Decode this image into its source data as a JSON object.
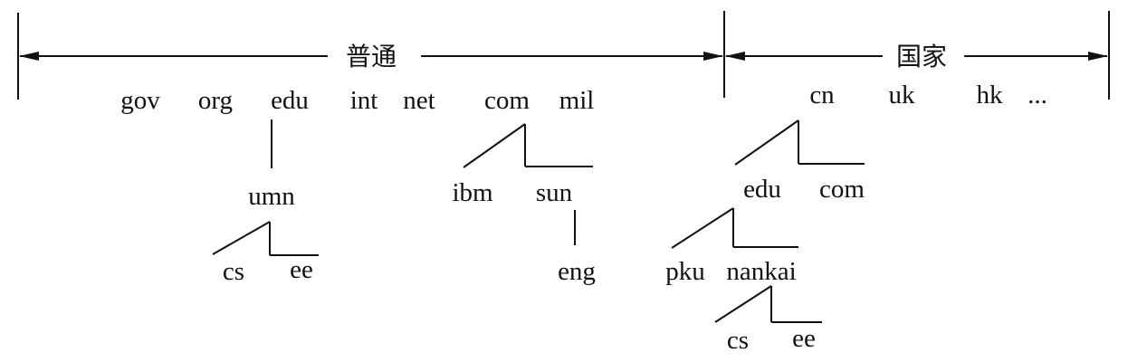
{
  "title_generic": "普通",
  "title_country": "国家",
  "top_level": {
    "generic": [
      "gov",
      "org",
      "edu",
      "int",
      "net",
      "com",
      "mil"
    ],
    "country": [
      "cn",
      "uk",
      "hk",
      "..."
    ]
  },
  "edu_branch": {
    "child": "umn",
    "umn_children": [
      "cs",
      "ee"
    ]
  },
  "com_branch": {
    "children": [
      "ibm",
      "sun"
    ],
    "sun_child": "eng"
  },
  "cn_branch": {
    "children": [
      "edu",
      "com"
    ],
    "edu_children": [
      "pku",
      "nankai"
    ],
    "nankai_children": [
      "cs",
      "ee"
    ]
  }
}
